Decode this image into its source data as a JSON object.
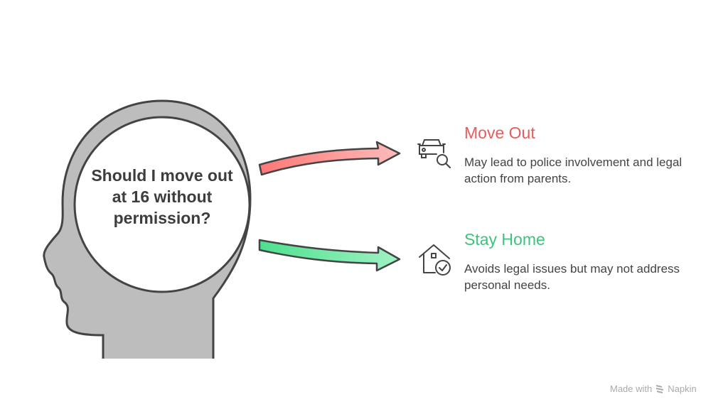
{
  "question": "Should I move out at 16 without permission?",
  "options": [
    {
      "title": "Move Out",
      "description": "May lead to police involvement and legal action from parents.",
      "color": "#e85c5c",
      "icon": "car-search-icon"
    },
    {
      "title": "Stay Home",
      "description": "Avoids legal issues but may not address personal needs.",
      "color": "#3cc47c",
      "icon": "house-check-icon"
    }
  ],
  "watermark": {
    "prefix": "Made with",
    "brand": "Napkin"
  }
}
